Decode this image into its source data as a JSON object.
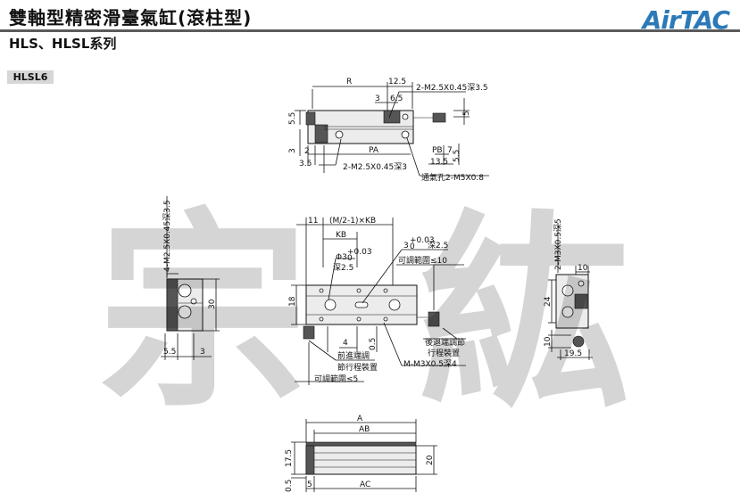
{
  "header": {
    "title": "雙軸型精密滑臺氣缸(滾柱型)",
    "subtitle": "HLS、HLSL系列",
    "logo": "AirTAC",
    "model_badge": "HLSL6"
  },
  "watermark": {
    "char_left": "宗",
    "char_right": "紘"
  },
  "top_view": {
    "dims": {
      "R": "R",
      "d12_5": "12.5",
      "d3": "3",
      "d6_5": "6.5",
      "thread_top": "2-M2.5X0.45深3.5",
      "d5_5_left": "5.5",
      "d5_right": "5",
      "d3_left": "3",
      "d2": "2",
      "PA": "PA",
      "PB": "PB",
      "d7": "7",
      "d5_5_right": "5.5",
      "d3_5": "3.5",
      "d13_5": "13.5",
      "thread_bottom": "2-M2.5X0.45深3",
      "port": "通氣孔2-M5X0.8"
    }
  },
  "left_view": {
    "dims": {
      "thread": "4-M2.5X0.45深3.5",
      "d30": "30",
      "d5_5": "5.5",
      "d3": "3"
    }
  },
  "center_view": {
    "dims": {
      "d11": "11",
      "MKB": "(M/2-1)×KB",
      "KB": "KB",
      "hole_phi": "Φ3",
      "hole_tol": "+0.03",
      "hole_tol0": "0",
      "hole_depth": "深2.5",
      "slot": "3",
      "slot_tol": "+0.03",
      "slot_tol0": "0",
      "slot_depth": "深2.5",
      "adj_top": "可調範圍≤10",
      "d18": "18",
      "d4": "4",
      "d0_5": "0.5",
      "rear_adj_1": "後退端調節",
      "rear_adj_2": "行程裝置",
      "front_adj_1": "前進端調",
      "front_adj_2": "節行程裝置",
      "thread_m": "M-M3X0.5深4",
      "adj_bottom": "可調範圍≤5"
    }
  },
  "right_view": {
    "dims": {
      "thread": "2-M3X0.5深5",
      "d10_top": "10",
      "d24": "24",
      "d10_side": "10",
      "d19_5": "19.5"
    }
  },
  "bottom_view": {
    "dims": {
      "A": "A",
      "AB": "AB",
      "d17_5": "17.5",
      "d20": "20",
      "d0_5": "0.5",
      "d5": "5",
      "AC": "AC"
    }
  }
}
